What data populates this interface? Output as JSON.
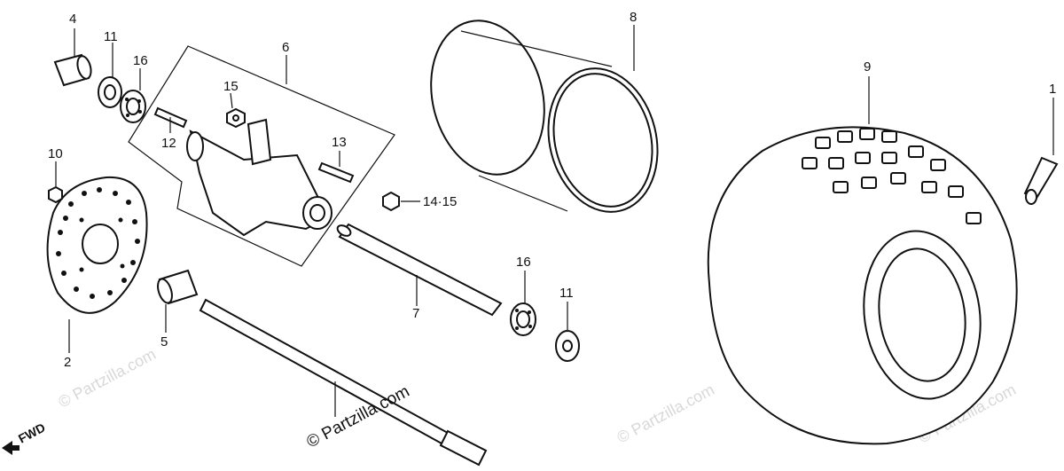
{
  "labels": {
    "p1": "1",
    "p2": "2",
    "p4": "4",
    "p5": "5",
    "p6": "6",
    "p7": "7",
    "p8": "8",
    "p9": "9",
    "p10": "10",
    "p11a": "11",
    "p11b": "11",
    "p12": "12",
    "p13": "13",
    "p14_15": "14·15",
    "p15": "15",
    "p16a": "16",
    "p16b": "16"
  },
  "watermark": {
    "main": "© Partzilla.com",
    "faint": "© Partzilla.com"
  },
  "direction": "FWD",
  "colors": {
    "ink": "#111111",
    "watermark": "#d8d8d8",
    "background": "#ffffff"
  }
}
